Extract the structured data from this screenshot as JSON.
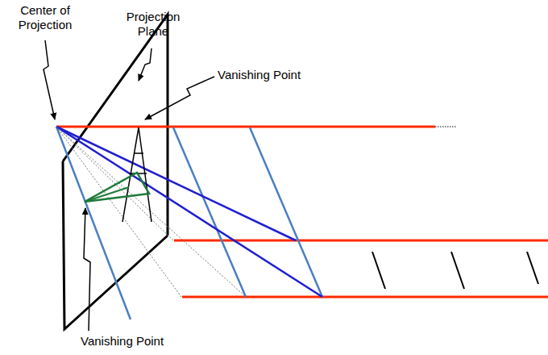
{
  "diagram": {
    "labels": [
      "Center of Projection",
      "Projection Plane",
      "Vanishing Point",
      "Vanishing Point"
    ]
  }
}
